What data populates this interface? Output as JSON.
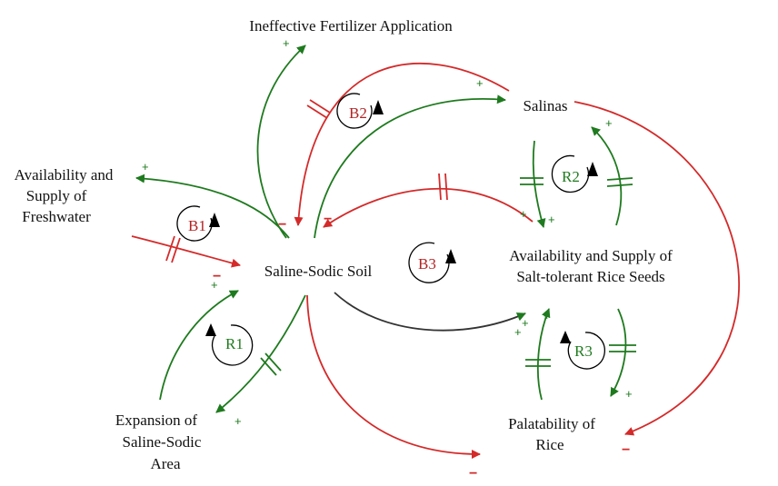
{
  "colors": {
    "green": "#1e7a1e",
    "red": "#d42a2a",
    "dark": "#333333",
    "black": "#000000"
  },
  "nodes": {
    "ineffective_fertilizer": "Ineffective Fertilizer Application",
    "salinas": "Salinas",
    "freshwater": [
      "Availability and",
      "Supply of",
      "Freshwater"
    ],
    "soil": "Saline-Sodic Soil",
    "seeds": [
      "Availability and Supply of",
      "Salt-tolerant Rice Seeds"
    ],
    "expansion": [
      "Expansion of",
      "Saline-Sodic",
      "Area"
    ],
    "palatability": [
      "Palatability of",
      "Rice"
    ]
  },
  "loops": {
    "b1": "B1",
    "b2": "B2",
    "b3": "B3",
    "r1": "R1",
    "r2": "R2",
    "r3": "R3"
  },
  "signs": {
    "plus": "+",
    "minus": "−"
  }
}
